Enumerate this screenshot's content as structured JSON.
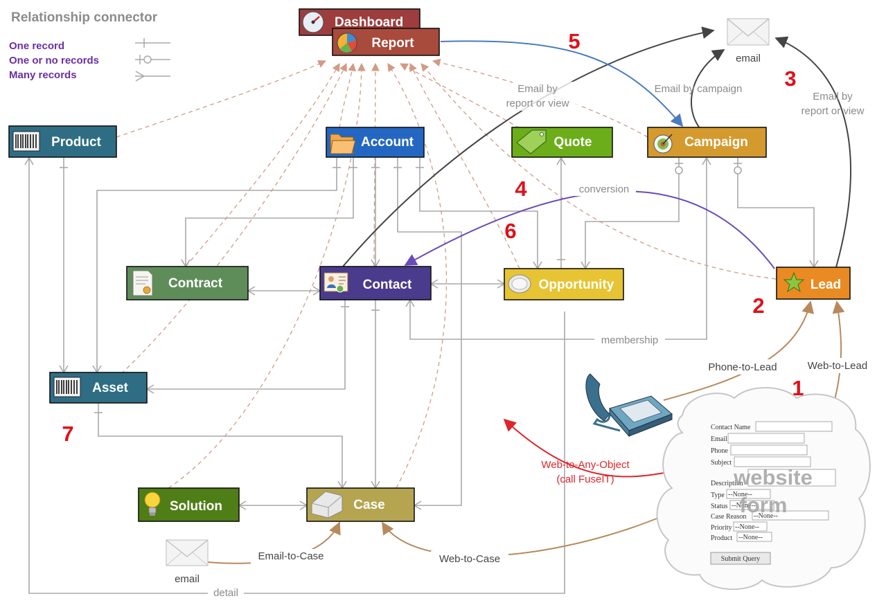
{
  "legend": {
    "title": "Relationship connector",
    "items": [
      "One record",
      "One or no records",
      "Many records"
    ]
  },
  "nodes": {
    "dashboard": "Dashboard",
    "report": "Report",
    "product": "Product",
    "account": "Account",
    "quote": "Quote",
    "campaign": "Campaign",
    "contract": "Contract",
    "contact": "Contact",
    "opportunity": "Opportunity",
    "lead": "Lead",
    "asset": "Asset",
    "solution": "Solution",
    "case": "Case"
  },
  "labels": {
    "email_top": "email",
    "email_bottom": "email",
    "email_by_report_left_1": "Email by",
    "email_by_report_left_2": "report or view",
    "email_by_campaign": "Email by campaign",
    "email_by_report_right_1": "Email by",
    "email_by_report_right_2": "report or view",
    "conversion": "conversion",
    "membership": "membership",
    "phone_to_lead": "Phone-to-Lead",
    "web_to_lead": "Web-to-Lead",
    "web_to_any_1": "Web-to-Any-Object",
    "web_to_any_2": "(call FuseIT)",
    "email_to_case": "Email-to-Case",
    "web_to_case": "Web-to-Case",
    "detail": "detail"
  },
  "numbers": [
    "1",
    "2",
    "3",
    "4",
    "5",
    "6",
    "7"
  ],
  "website_form": {
    "overlay_1": "website",
    "overlay_2": "form",
    "fields": {
      "contact_name": "Contact Name",
      "email": "Email",
      "phone": "Phone",
      "subject": "Subject",
      "description": "Description",
      "type": "Type",
      "status": "Status",
      "case_reason": "Case Reason",
      "priority": "Priority",
      "product": "Product"
    },
    "select_value": "--None--",
    "submit": "Submit Query"
  },
  "colors": {
    "dashboard": "#9d3d3d",
    "report": "#a84a3c",
    "product": "#2f6d85",
    "account": "#2467c2",
    "quote": "#6cae1a",
    "campaign": "#d49a2e",
    "contract": "#5f8d5a",
    "contact": "#4b3b8c",
    "opportunity": "#e6c433",
    "lead": "#e98b22",
    "asset": "#2f6d85",
    "solution": "#4f7d16",
    "case": "#b5a551"
  },
  "icons": {
    "dashboard": "gauge-icon",
    "report": "pie-chart-icon",
    "product": "barcode-icon",
    "account": "folder-icon",
    "quote": "price-tag-icon",
    "campaign": "target-icon",
    "contract": "document-icon",
    "contact": "id-card-icon",
    "opportunity": "coin-icon",
    "lead": "star-person-icon",
    "asset": "barcode-icon",
    "solution": "lightbulb-icon",
    "case": "briefcase-icon"
  }
}
